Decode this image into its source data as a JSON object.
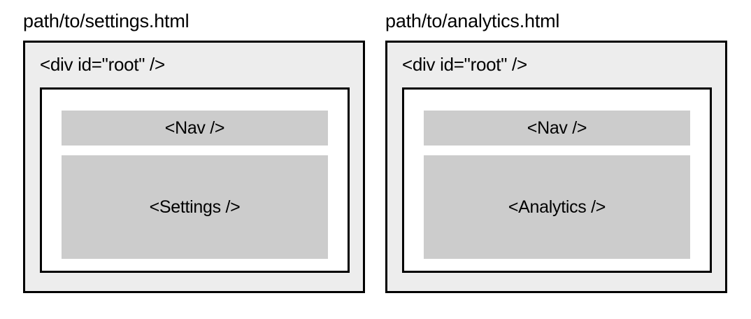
{
  "diagram": {
    "type": "component-tree-comparison",
    "colors": {
      "page_background": "#ffffff",
      "outer_frame_fill": "#ededed",
      "inner_frame_fill": "#ffffff",
      "component_block_fill": "#cccccc",
      "border": "#000000",
      "text": "#000000"
    },
    "panels": [
      {
        "label": "path/to/settings.html",
        "root_label": "<div id=\"root\" />",
        "blocks": [
          {
            "label": "<Nav />",
            "role": "nav-component"
          },
          {
            "label": "<Settings />",
            "role": "page-component"
          }
        ]
      },
      {
        "label": "path/to/analytics.html",
        "root_label": "<div id=\"root\" />",
        "blocks": [
          {
            "label": "<Nav />",
            "role": "nav-component"
          },
          {
            "label": "<Analytics />",
            "role": "page-component"
          }
        ]
      }
    ]
  }
}
